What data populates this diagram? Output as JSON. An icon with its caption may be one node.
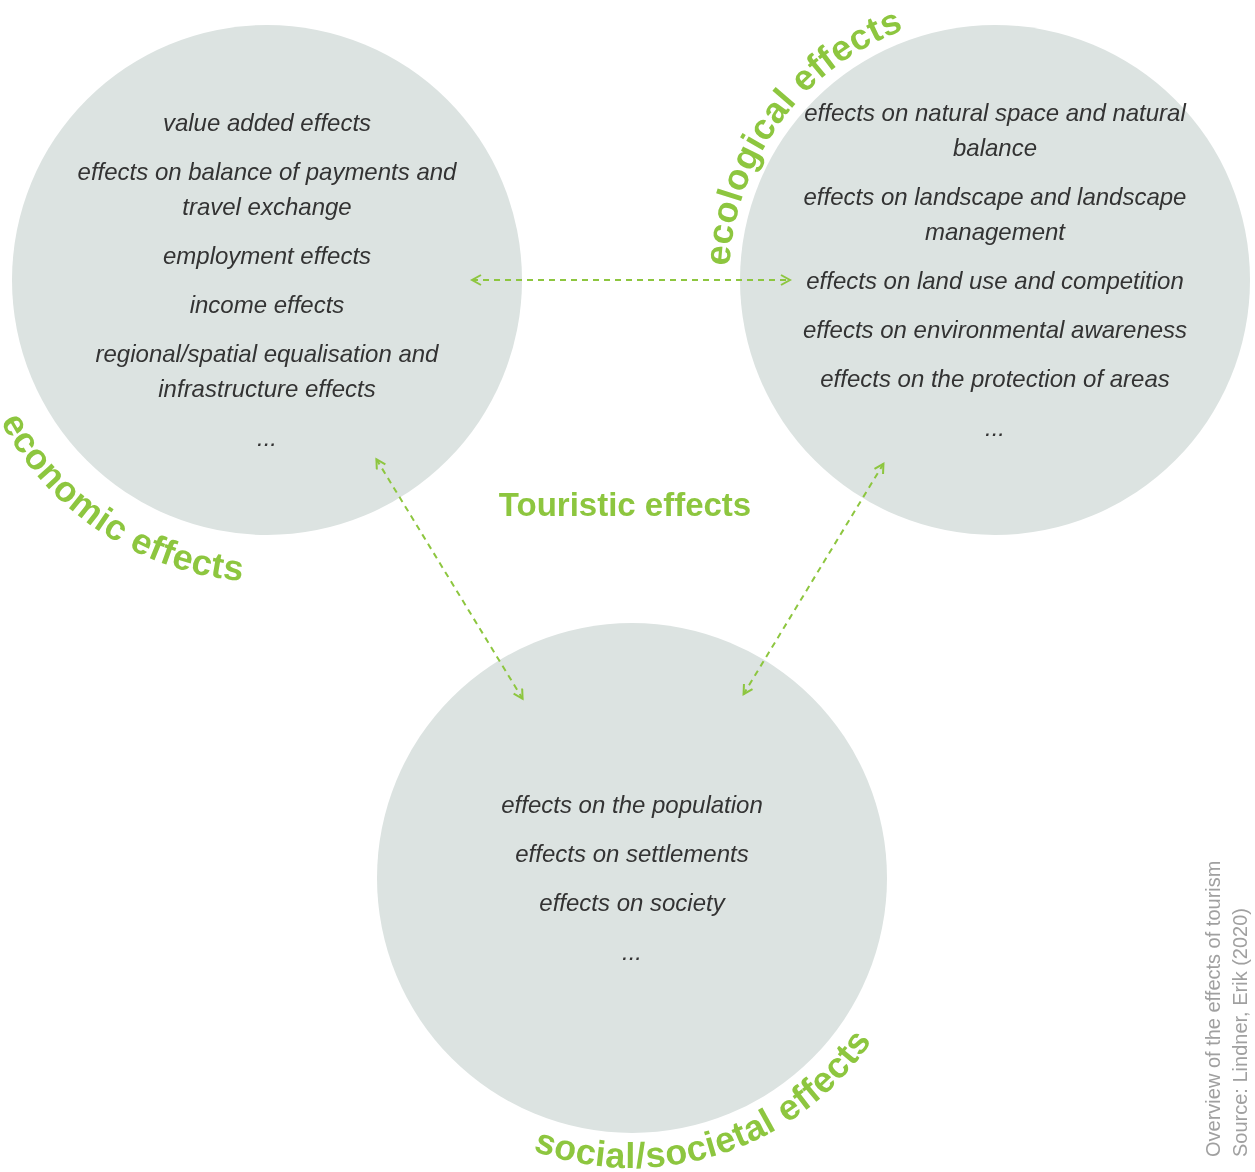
{
  "diagram": {
    "title": "Touristic effects",
    "caption": "Overview of the effects of tourism",
    "nodes": [
      {
        "text": [
          "value added effects",
          "effects on balance of payments and travel exchange",
          "employment effects",
          "income effects",
          "regional/spatial equalisation and infrastructure effects",
          "...",
          "economic effects"
        ]
      },
      {
        "text": [
          "ecological effects",
          "effects on natural space and natural balance",
          "effects on landscape and landscape management",
          "effects on land use and competition",
          "effects on environmental awareness",
          "effects on the protection of areas",
          "..."
        ]
      },
      {
        "text": [
          "effects on the population",
          "effects on settlements",
          "effects on society",
          "...",
          "social/societal effects"
        ]
      }
    ],
    "edges": [
      {
        "from": 0,
        "to": 1,
        "arrow": "both",
        "style": "dashed"
      },
      {
        "from": 0,
        "to": 2,
        "arrow": "both",
        "style": "dashed"
      },
      {
        "from": 1,
        "to": 2,
        "arrow": "both",
        "style": "dashed"
      }
    ],
    "labels": [
      "Source: Lindner, Erik (2020)"
    ]
  }
}
